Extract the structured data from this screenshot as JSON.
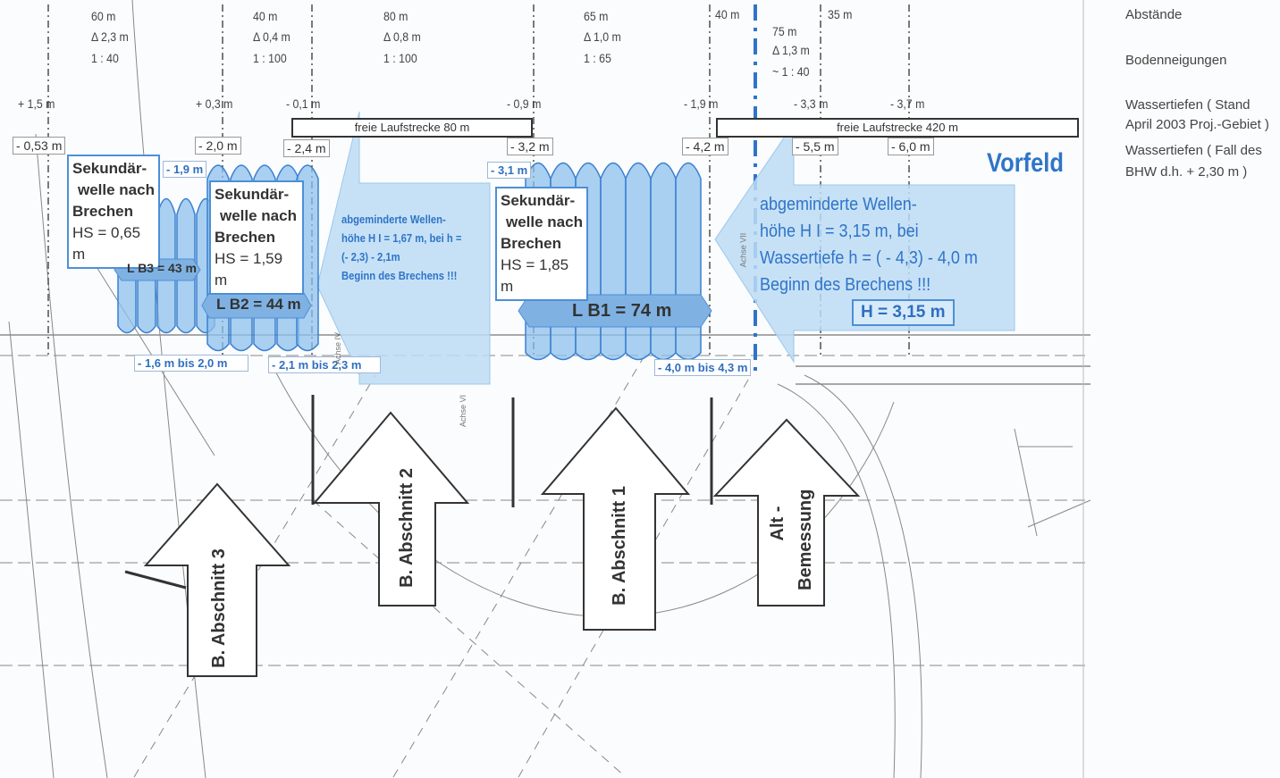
{
  "header_segments": [
    {
      "distance": "60 m",
      "delta": "Δ 2,3 m",
      "slope": "1 : 40"
    },
    {
      "distance": "40 m",
      "delta": "Δ 0,4 m",
      "slope": "1 : 100"
    },
    {
      "distance": "80 m",
      "delta": "Δ 0,8 m",
      "slope": "1 : 100"
    },
    {
      "distance": "65 m",
      "delta": "Δ 1,0 m",
      "slope": "1 : 65"
    },
    {
      "distance": "40 m"
    },
    {
      "distance": "75 m",
      "delta": "Δ 1,3 m",
      "slope": "~ 1 : 40"
    },
    {
      "distance": "35 m"
    }
  ],
  "depths_2003": [
    "+ 1,5 m",
    "+ 0,3 m",
    "- 0,1 m",
    "- 0,9 m",
    "- 1,9 m",
    "- 3,3 m",
    "- 3,7 m"
  ],
  "depths_bhw": [
    "- 0,53 m",
    "- 2,0 m",
    "- 2,4 m",
    "- 3,2 m",
    "- 4,2 m",
    "- 5,5 m",
    "- 6,0 m"
  ],
  "blue_depths": [
    "- 1,9 m",
    "- 3,1 m",
    "- 1,6 m bis 2,0 m",
    "- 2,1 m bis 2,3 m",
    "- 4,0 m bis 4,3 m"
  ],
  "free_runs": [
    "freie Laufstrecke 80 m",
    "freie Laufstrecke 420 m"
  ],
  "vorfeld": "Vorfeld",
  "legend": {
    "abstaende": "Abstände",
    "bodenneigungen": "Bodenneigungen",
    "wt_stand_1": "Wassertiefen ( Stand",
    "wt_stand_2": "April 2003 Proj.-Gebiet )",
    "wt_fall_1": "Wassertiefen ( Fall des",
    "wt_fall_2": "BHW d.h.    + 2,30 m )"
  },
  "secondary_waves": [
    {
      "l1": "Sekundär-",
      "l2": "welle nach",
      "l3": "Brechen",
      "hs": "HS = 0,65 m"
    },
    {
      "l1": "Sekundär-",
      "l2": "welle nach",
      "l3": "Brechen",
      "hs": "HS = 1,59 m"
    },
    {
      "l1": "Sekundär-",
      "l2": "welle nach",
      "l3": "Brechen",
      "hs": "HS = 1,85 m"
    }
  ],
  "breaking_lengths": [
    "L B3 = 43 m",
    "L B2 = 44 m",
    "L B1 = 74 m"
  ],
  "reduced_wave_small": {
    "l1": "abgeminderte Wellen-",
    "l2": "höhe H I = 1,67 m, bei   h =",
    "l3": "(- 2,3) - 2,1m",
    "l4": "Beginn des Brechens !!!"
  },
  "reduced_wave_large": {
    "l1": "abgeminderte Wellen-",
    "l2": "höhe H I = 3,15 m, bei",
    "l3": "Wassertiefe h = ( - 4,3) - 4,0 m",
    "l4": "Beginn des Brechens !!!",
    "h": "H = 3,15 m"
  },
  "sections": [
    "B. Abschnitt 3",
    "B. Abschnitt 2",
    "B. Abschnitt 1",
    "Alt -",
    "Bemessung"
  ],
  "axis_labels": [
    "Achse IV",
    "Achse VI",
    "Achse VII"
  ],
  "colors": {
    "blue": "#2f74c8",
    "light_blue": "#bcdcf5",
    "wave_fill": "#8ec0ec",
    "wave_stroke": "#3a80d0"
  }
}
